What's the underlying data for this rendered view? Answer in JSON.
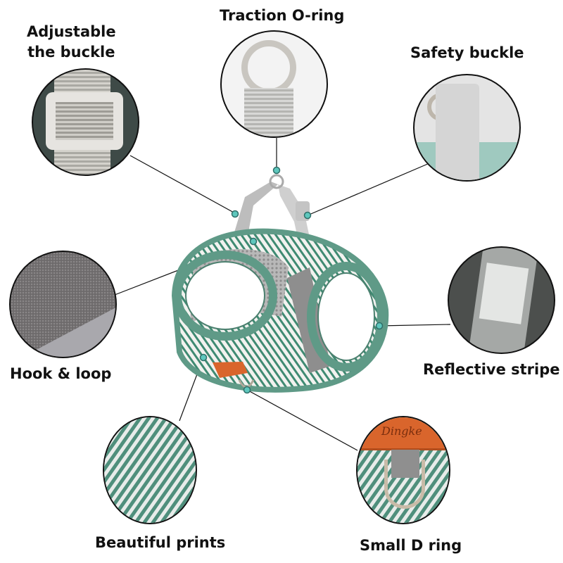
{
  "labels": {
    "adjustable_line1": "Adjustable",
    "adjustable_line2": "the buckle",
    "traction": "Traction O-ring",
    "safety": "Safety buckle",
    "hook": "Hook & loop",
    "reflective": "Reflective stripe",
    "prints": "Beautiful prints",
    "dring": "Small D ring"
  },
  "brand_tag": "Dingke",
  "colors": {
    "harness_green": "#5f9a87",
    "strap_gray": "#c9c9c9",
    "dot_teal": "#5ec7bd",
    "leather_orange": "#d9652c"
  }
}
